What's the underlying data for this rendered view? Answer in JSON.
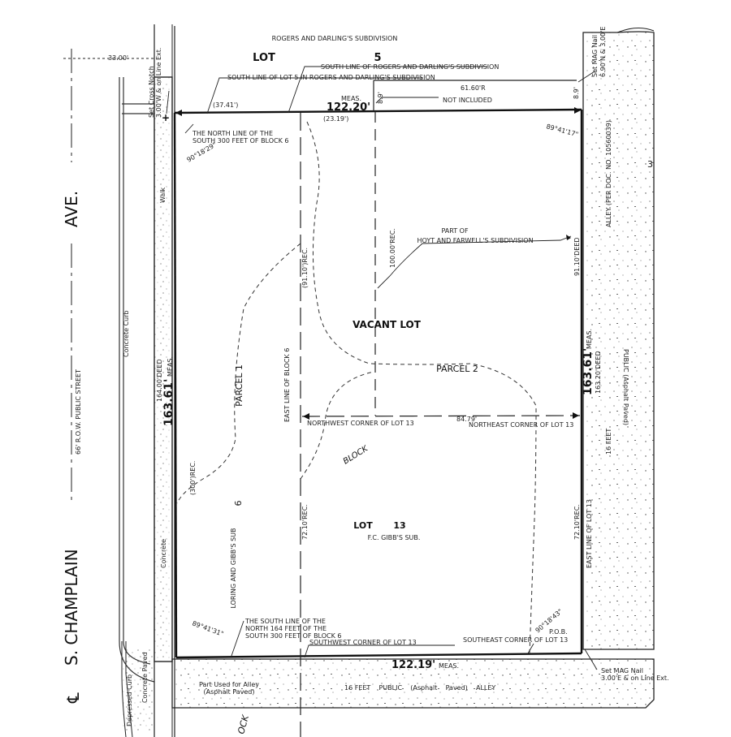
{
  "street": {
    "name_prefix": "S. CHAMPLAIN",
    "name_suffix": "AVE.",
    "centerline_symbol": "℄",
    "row_note": "66' R.O.W. PUBLIC STREET",
    "offset": "33.00'"
  },
  "header": {
    "subdivision": "ROGERS AND DARLING'S SUBDIVISION",
    "lot_label": "LOT",
    "lot_number": "5"
  },
  "labels": {
    "south_line_lot5": "SOUTH LINE OF LOT 5 IN ROGERS AND DARLING'S SUBDIVISION",
    "south_line_rogers": "SOUTH LINE OF ROGERS AND DARLING'S SUBDIVISION",
    "meas_label": "MEAS.",
    "top_meas": "122.20'",
    "top_37": "(37.41')",
    "top_23": "(23.19')",
    "dim_6160": "61.60'R",
    "not_included": "NOT INCLUDED",
    "dim_89_top": "8.9'",
    "dim_89_mid": "8.9'",
    "north_line_1": "THE NORTH LINE OF THE",
    "north_line_2": "SOUTH 300 FEET OF BLOCK 6",
    "angle_nw": "90°18'29\"",
    "angle_ne": "89°41'17\"",
    "doc_no": "ALLEY (PER DOC. NO. 10560039)",
    "num_3": "3",
    "dim_100": "100.00'REC.",
    "dim_9110_rec": "(91.10')REC.",
    "dim_9110_deed": "91.10'DEED",
    "part_of": "PART OF",
    "hoyt": "HOYT AND FARWELL'S SUBDIVISION",
    "vacant_lot": "VACANT LOT",
    "parcel1": "PARCEL 1",
    "parcel2": "PARCEL 2",
    "nw_corner_13": "NORTHWEST CORNER OF LOT 13",
    "ne_corner_13": "NORTHEAST CORNER OF LOT 13",
    "dim_8479": "84.79'",
    "block": "BLOCK",
    "east_line_block6": "EAST LINE OF BLOCK 6",
    "dim_300_rec": "(300')REC.",
    "six": "6",
    "loring": "LORING AND GIBB'S SUB",
    "lot13_label": "LOT",
    "lot13_number": "13",
    "fc_gibb": "F.C. GIBB'S SUB.",
    "dim_7210_rec_left": "72.10'REC.",
    "dim_7210_rec_right": "72.10'REC.",
    "east_line_lot13": "EAST LINE OF LOT 13",
    "left_meas_big": "163.61'",
    "left_meas_suffix": "MEAS.",
    "left_deed": "164.00'DEED",
    "right_meas_big": "163.61'",
    "right_meas_suffix": "MEAS.",
    "right_deed": "163.20'DEED",
    "walk": "Walk",
    "concrete_curb": "Concrete Curb",
    "concrete": "Concrete",
    "concrete_paved": "Concrete Paved",
    "depressed_curb": "Depressed Curb",
    "set_cross_notch": "Set Cross Notch",
    "cross_notch_offset": "3.00'W & on Line Ext.",
    "set_mag_top": "Set MAG Nail",
    "mag_top_offset": "6.90'N & 3.00'E",
    "set_mag_bottom": "Set MAG Nail",
    "mag_bottom_offset": "3.00'E & on Line Ext.",
    "public_alley_vert": "PUBLIC (Asphalt Paved)",
    "sixteen_feet": "16 FEET",
    "south_line_north164_1": "THE SOUTH LINE OF THE",
    "south_line_north164_2": "NORTH 164 FEET OF THE",
    "south_line_north164_3": "SOUTH 300 FEET OF BLOCK 6",
    "angle_sw": "89°41'31\"",
    "angle_se": "90°18'43\"",
    "sw_corner": "SOUTHWEST CORNER OF LOT 13",
    "se_corner": "SOUTHEAST CORNER OF LOT 13",
    "pob": "P.O.B.",
    "bottom_meas": "122.19'",
    "bottom_meas_suffix": "MEAS.",
    "part_used_alley_1": "Part Used for Alley",
    "part_used_alley_2": "(Asphalt Paved)",
    "bottom_alley": "16 FEET    PUBLIC    (Asphalt    Paved)    ALLEY",
    "ock": "OCK"
  }
}
